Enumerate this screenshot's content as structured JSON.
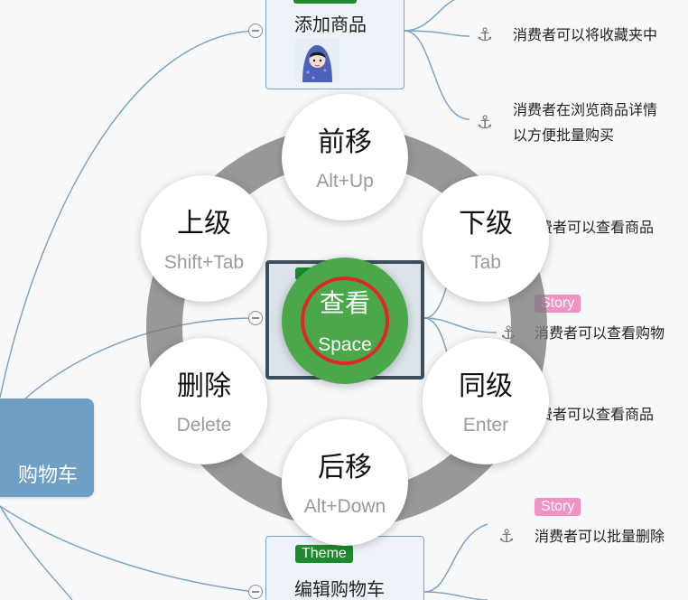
{
  "mindmap": {
    "root": {
      "label": "购物车"
    },
    "nodes": [
      {
        "id": "add-product",
        "label": "添加商品",
        "tag": ""
      },
      {
        "id": "selected",
        "label": "",
        "tag": ""
      },
      {
        "id": "edit-cart",
        "label": "编辑购物车",
        "tag": "Theme"
      }
    ],
    "notes": [
      {
        "text": "消费者可以将收藏夹中",
        "tag": "",
        "icon": "anchor-icon"
      },
      {
        "text": "消费者在浏览商品详情",
        "text2": "以方便批量购买",
        "tag": "",
        "icon": "anchor-icon"
      },
      {
        "text": "费者可以查看商品",
        "tag": "",
        "icon": ""
      },
      {
        "text": "消费者可以查看购物",
        "tag": "Story",
        "icon": "anchor-icon"
      },
      {
        "text": "费者可以查看商品",
        "tag": "",
        "icon": ""
      },
      {
        "text": "消费者可以批量删除",
        "tag": "Story",
        "icon": "anchor-icon"
      }
    ]
  },
  "radial_menu": {
    "center": {
      "label": "查看",
      "shortcut": "Space"
    },
    "items": [
      {
        "label": "前移",
        "shortcut": "Alt+Up"
      },
      {
        "label": "下级",
        "shortcut": "Tab"
      },
      {
        "label": "同级",
        "shortcut": "Enter"
      },
      {
        "label": "后移",
        "shortcut": "Alt+Down"
      },
      {
        "label": "删除",
        "shortcut": "Delete"
      },
      {
        "label": "上级",
        "shortcut": "Shift+Tab"
      }
    ]
  },
  "colors": {
    "theme_tag": "#1e8a2e",
    "story_tag": "#ef93c5",
    "center_button": "#4aa84a",
    "center_ring": "#e2262a",
    "root_node": "#6f9fc4"
  }
}
